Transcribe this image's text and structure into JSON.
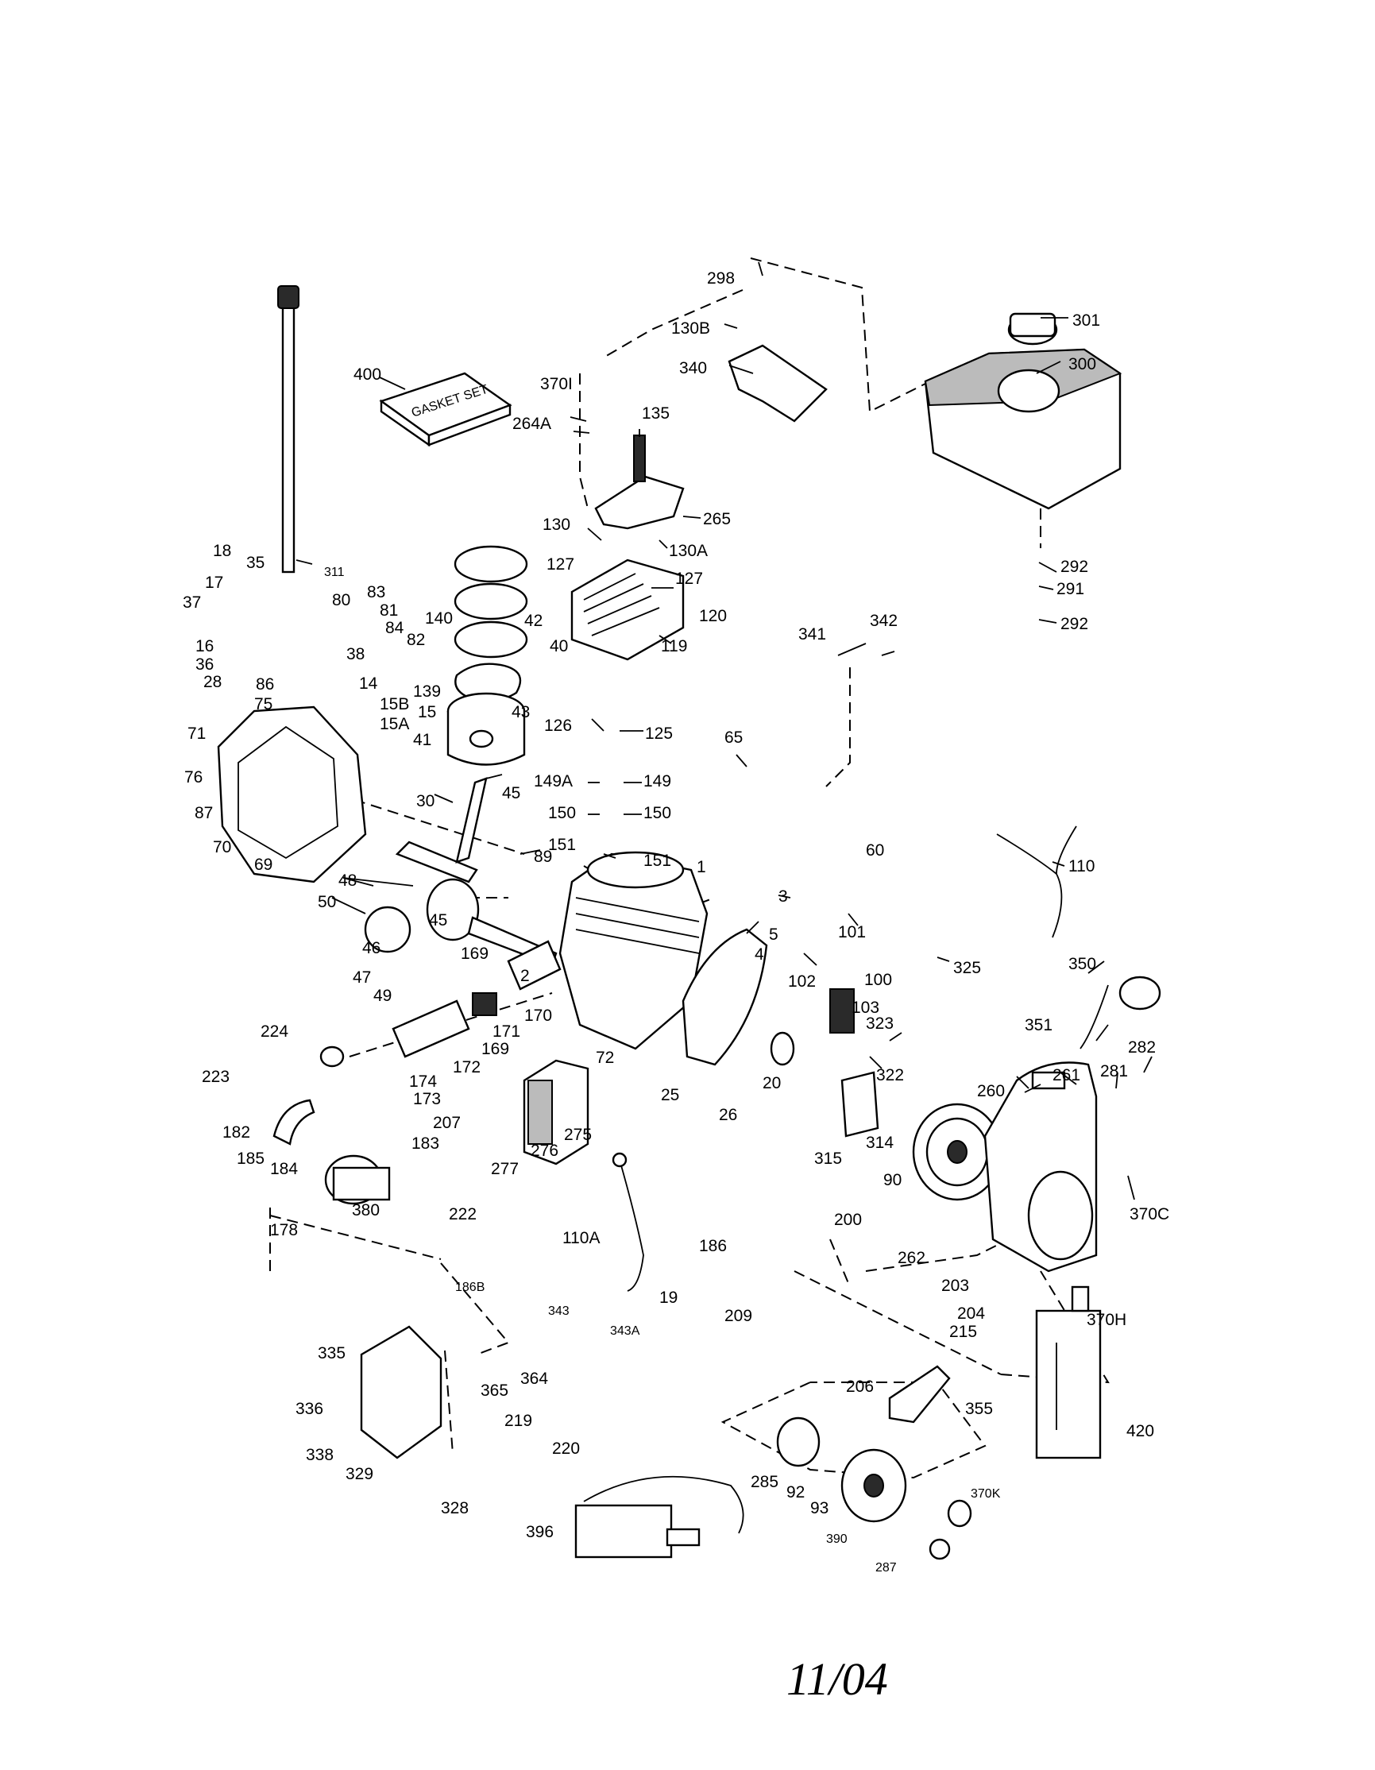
{
  "diagram": {
    "date_stamp": "11/04",
    "gasket_box_text": "GASKET SET",
    "parts": [
      {
        "id": "p298",
        "label": "298"
      },
      {
        "id": "p130B",
        "label": "130B"
      },
      {
        "id": "p301",
        "label": "301"
      },
      {
        "id": "p300",
        "label": "300"
      },
      {
        "id": "p340",
        "label": "340"
      },
      {
        "id": "p400",
        "label": "400"
      },
      {
        "id": "p370I",
        "label": "370I"
      },
      {
        "id": "p135",
        "label": "135"
      },
      {
        "id": "p264A",
        "label": "264A"
      },
      {
        "id": "p265",
        "label": "265"
      },
      {
        "id": "p130",
        "label": "130"
      },
      {
        "id": "p130A",
        "label": "130A"
      },
      {
        "id": "p292a",
        "label": "292"
      },
      {
        "id": "p291",
        "label": "291"
      },
      {
        "id": "p292b",
        "label": "292"
      },
      {
        "id": "p311",
        "label": "311"
      },
      {
        "id": "p18",
        "label": "18"
      },
      {
        "id": "p35",
        "label": "35"
      },
      {
        "id": "p17",
        "label": "17"
      },
      {
        "id": "p37",
        "label": "37"
      },
      {
        "id": "p16",
        "label": "16"
      },
      {
        "id": "p36",
        "label": "36"
      },
      {
        "id": "p28",
        "label": "28"
      },
      {
        "id": "p86",
        "label": "86"
      },
      {
        "id": "p75",
        "label": "75"
      },
      {
        "id": "p71",
        "label": "71"
      },
      {
        "id": "p76",
        "label": "76"
      },
      {
        "id": "p87",
        "label": "87"
      },
      {
        "id": "p70",
        "label": "70"
      },
      {
        "id": "p69",
        "label": "69"
      },
      {
        "id": "p80",
        "label": "80"
      },
      {
        "id": "p83",
        "label": "83"
      },
      {
        "id": "p81",
        "label": "81"
      },
      {
        "id": "p84",
        "label": "84"
      },
      {
        "id": "p82",
        "label": "82"
      },
      {
        "id": "p140",
        "label": "140"
      },
      {
        "id": "p42",
        "label": "42"
      },
      {
        "id": "p40",
        "label": "40"
      },
      {
        "id": "p38",
        "label": "38"
      },
      {
        "id": "p139",
        "label": "139"
      },
      {
        "id": "p14",
        "label": "14"
      },
      {
        "id": "p15B",
        "label": "15B"
      },
      {
        "id": "p15",
        "label": "15"
      },
      {
        "id": "p15A",
        "label": "15A"
      },
      {
        "id": "p41",
        "label": "41"
      },
      {
        "id": "p43",
        "label": "43"
      },
      {
        "id": "p127a",
        "label": "127"
      },
      {
        "id": "p127b",
        "label": "127"
      },
      {
        "id": "p120",
        "label": "120"
      },
      {
        "id": "p119",
        "label": "119"
      },
      {
        "id": "p341",
        "label": "341"
      },
      {
        "id": "p342",
        "label": "342"
      },
      {
        "id": "p126",
        "label": "126"
      },
      {
        "id": "p125",
        "label": "125"
      },
      {
        "id": "p65",
        "label": "65"
      },
      {
        "id": "p149A",
        "label": "149A"
      },
      {
        "id": "p149",
        "label": "149"
      },
      {
        "id": "p150a",
        "label": "150"
      },
      {
        "id": "p150b",
        "label": "150"
      },
      {
        "id": "p151a",
        "label": "151"
      },
      {
        "id": "p151b",
        "label": "151"
      },
      {
        "id": "p60",
        "label": "60"
      },
      {
        "id": "p110",
        "label": "110"
      },
      {
        "id": "p30",
        "label": "30"
      },
      {
        "id": "p45a",
        "label": "45"
      },
      {
        "id": "p89",
        "label": "89"
      },
      {
        "id": "p48",
        "label": "48"
      },
      {
        "id": "p1",
        "label": "1"
      },
      {
        "id": "p3",
        "label": "3"
      },
      {
        "id": "p50",
        "label": "50"
      },
      {
        "id": "p45b",
        "label": "45"
      },
      {
        "id": "p46",
        "label": "46"
      },
      {
        "id": "p5",
        "label": "5"
      },
      {
        "id": "p4",
        "label": "4"
      },
      {
        "id": "p101",
        "label": "101"
      },
      {
        "id": "p325",
        "label": "325"
      },
      {
        "id": "p169a",
        "label": "169"
      },
      {
        "id": "p2",
        "label": "2"
      },
      {
        "id": "p47",
        "label": "47"
      },
      {
        "id": "p49",
        "label": "49"
      },
      {
        "id": "p100",
        "label": "100"
      },
      {
        "id": "p102",
        "label": "102"
      },
      {
        "id": "p103",
        "label": "103"
      },
      {
        "id": "p350",
        "label": "350"
      },
      {
        "id": "p351",
        "label": "351"
      },
      {
        "id": "p323",
        "label": "323"
      },
      {
        "id": "p171",
        "label": "171"
      },
      {
        "id": "p170",
        "label": "170"
      },
      {
        "id": "p169b",
        "label": "169"
      },
      {
        "id": "p224",
        "label": "224"
      },
      {
        "id": "p72",
        "label": "72"
      },
      {
        "id": "p282",
        "label": "282"
      },
      {
        "id": "p261",
        "label": "261"
      },
      {
        "id": "p281",
        "label": "281"
      },
      {
        "id": "p260",
        "label": "260"
      },
      {
        "id": "p322",
        "label": "322"
      },
      {
        "id": "p223",
        "label": "223"
      },
      {
        "id": "p174",
        "label": "174"
      },
      {
        "id": "p172",
        "label": "172"
      },
      {
        "id": "p173",
        "label": "173"
      },
      {
        "id": "p25",
        "label": "25"
      },
      {
        "id": "p20",
        "label": "20"
      },
      {
        "id": "p26",
        "label": "26"
      },
      {
        "id": "p207",
        "label": "207"
      },
      {
        "id": "p182",
        "label": "182"
      },
      {
        "id": "p275",
        "label": "275"
      },
      {
        "id": "p185",
        "label": "185"
      },
      {
        "id": "p276",
        "label": "276"
      },
      {
        "id": "p315",
        "label": "315"
      },
      {
        "id": "p314",
        "label": "314"
      },
      {
        "id": "p183",
        "label": "183"
      },
      {
        "id": "p184",
        "label": "184"
      },
      {
        "id": "p277",
        "label": "277"
      },
      {
        "id": "p90",
        "label": "90"
      },
      {
        "id": "p370C",
        "label": "370C"
      },
      {
        "id": "p380",
        "label": "380"
      },
      {
        "id": "p222",
        "label": "222"
      },
      {
        "id": "p178",
        "label": "178"
      },
      {
        "id": "p110A",
        "label": "110A"
      },
      {
        "id": "p200",
        "label": "200"
      },
      {
        "id": "p186",
        "label": "186"
      },
      {
        "id": "p262",
        "label": "262"
      },
      {
        "id": "p186B",
        "label": "186B"
      },
      {
        "id": "p203",
        "label": "203"
      },
      {
        "id": "p19",
        "label": "19"
      },
      {
        "id": "p209",
        "label": "209"
      },
      {
        "id": "p204",
        "label": "204"
      },
      {
        "id": "p343",
        "label": "343"
      },
      {
        "id": "p343A",
        "label": "343A"
      },
      {
        "id": "p215",
        "label": "215"
      },
      {
        "id": "p370H",
        "label": "370H"
      },
      {
        "id": "p335",
        "label": "335"
      },
      {
        "id": "p364",
        "label": "364"
      },
      {
        "id": "p365",
        "label": "365"
      },
      {
        "id": "p206",
        "label": "206"
      },
      {
        "id": "p355",
        "label": "355"
      },
      {
        "id": "p336",
        "label": "336"
      },
      {
        "id": "p219",
        "label": "219"
      },
      {
        "id": "p420",
        "label": "420"
      },
      {
        "id": "p220",
        "label": "220"
      },
      {
        "id": "p338",
        "label": "338"
      },
      {
        "id": "p329",
        "label": "329"
      },
      {
        "id": "p285",
        "label": "285"
      },
      {
        "id": "p92",
        "label": "92"
      },
      {
        "id": "p93",
        "label": "93"
      },
      {
        "id": "p328",
        "label": "328"
      },
      {
        "id": "p370K",
        "label": "370K"
      },
      {
        "id": "p396",
        "label": "396"
      },
      {
        "id": "p390",
        "label": "390"
      },
      {
        "id": "p287",
        "label": "287"
      }
    ]
  }
}
